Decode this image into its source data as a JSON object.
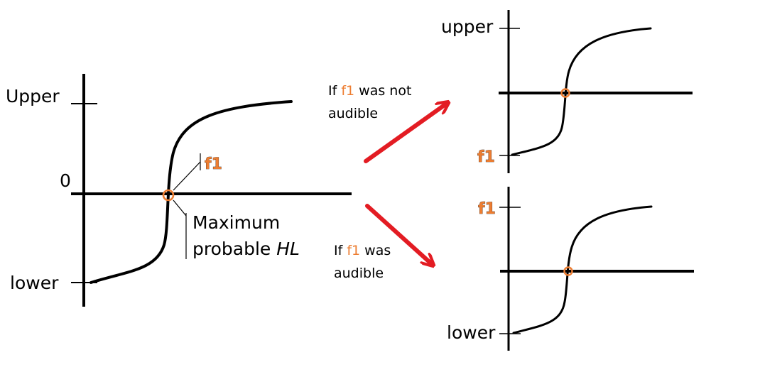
{
  "colors": {
    "ink": "#000000",
    "accent_orange": "#ED7D31",
    "arrow_red": "#E31C23"
  },
  "main_plot": {
    "upper_label": "Upper",
    "zero_label": "0",
    "lower_label": "lower",
    "f1_label": "f1",
    "max_label_line1": "Maximum",
    "max_label_line2_prefix": "probable ",
    "max_label_line2_italic": "HL"
  },
  "branch_not_audible": {
    "text_prefix": "If ",
    "text_f1": "f1",
    "text_suffix": " was not",
    "text_line2": "audible"
  },
  "branch_audible": {
    "text_prefix": "If ",
    "text_f1": "f1",
    "text_suffix": " was",
    "text_line2": "audible"
  },
  "top_plot": {
    "upper_label": "upper",
    "lower_label": "f1"
  },
  "bottom_plot": {
    "upper_label": "f1",
    "lower_label": "lower"
  }
}
